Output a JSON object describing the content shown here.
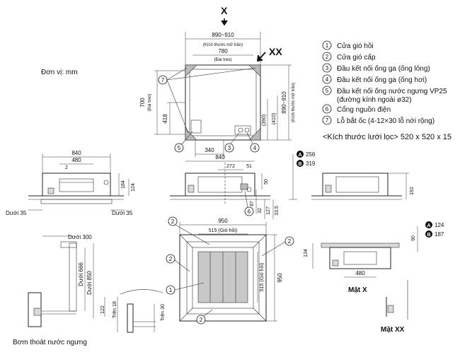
{
  "view_labels": {
    "x_top": "X",
    "xx_top": "XX",
    "mat_x": "Mặt X",
    "mat_xx": "Mặt XX"
  },
  "unit_label": "Đơn vị: mm",
  "pump_label": "Bơm thoát nước ngưng",
  "legend": [
    {
      "num": "1",
      "text": "Cửa gió hồi"
    },
    {
      "num": "2",
      "text": "Cửa gió cấp"
    },
    {
      "num": "3",
      "text": "Đầu kết nối ống ga (ống lỏng)"
    },
    {
      "num": "4",
      "text": "Đầu kết nối ống ga (ống hơi)"
    },
    {
      "num": "5",
      "text": "Đầu kết nối ống nước ngưng VP25",
      "text2": "(đường kính ngoài ø32)"
    },
    {
      "num": "6",
      "text": "Cổng nguồn điện"
    },
    {
      "num": "7",
      "text": "Lỗ bắt ốc (4-12×30 lỗ nới rộng)"
    }
  ],
  "filter_note": "<Kích thước lưới lọc> 520 x 520 x 15",
  "top_view": {
    "dim_opening_w": "890~910",
    "dim_opening_w_note": "(Kích thước mở trần)",
    "dim_hang_w": "780",
    "dim_hang_w_note": "(Đai treo)",
    "dim_hang_h": "700",
    "dim_hang_h_note": "(Đai treo)",
    "dim_418": "418",
    "dim_390": "(390)",
    "dim_410": "(410)",
    "dim_opening_h": "890~910",
    "dim_opening_h_note": "(Kích thước mở trần)",
    "dim_340": "340",
    "callout_7": "7",
    "callout_5": "5",
    "callout_3": "3",
    "callout_4": "4"
  },
  "front_view": {
    "dim_840": "840",
    "dim_480": "480",
    "dim_2": "2",
    "dim_184": "184",
    "dim_124": "124",
    "below_left": "Dưới 35",
    "below_right": "Dưới 35"
  },
  "side_view": {
    "dim_840": "840",
    "dim_272": "272",
    "dim_51": "51",
    "dim_50": "50",
    "dim_87": "87",
    "dim_32": "32",
    "dim_127": "127",
    "dim_335": "33.5",
    "callout_6": "6",
    "badge_a": "A",
    "badge_b": "B",
    "val_a": "256",
    "val_b": "319"
  },
  "right_view": {
    "dim_192": "192"
  },
  "panel_view": {
    "dim_950_w": "950",
    "dim_515_w": "515 (Gió hồi)",
    "dim_950_h": "950",
    "dim_515_h": "515 (Gió hồi)",
    "callout_2": "2",
    "callout_1": "1"
  },
  "matx_view": {
    "dim_134": "134",
    "dim_480": "480",
    "dim_90": "90",
    "badge_a": "A",
    "badge_b": "B",
    "val_a": "124",
    "val_b": "187"
  },
  "pump_view": {
    "dim_300": "Dưới 300",
    "dim_666": "Dưới 666",
    "dim_850": "Dưới 850",
    "dim_122": "122",
    "dim_18": "Trên 18",
    "dim_30": "Trên 30"
  }
}
